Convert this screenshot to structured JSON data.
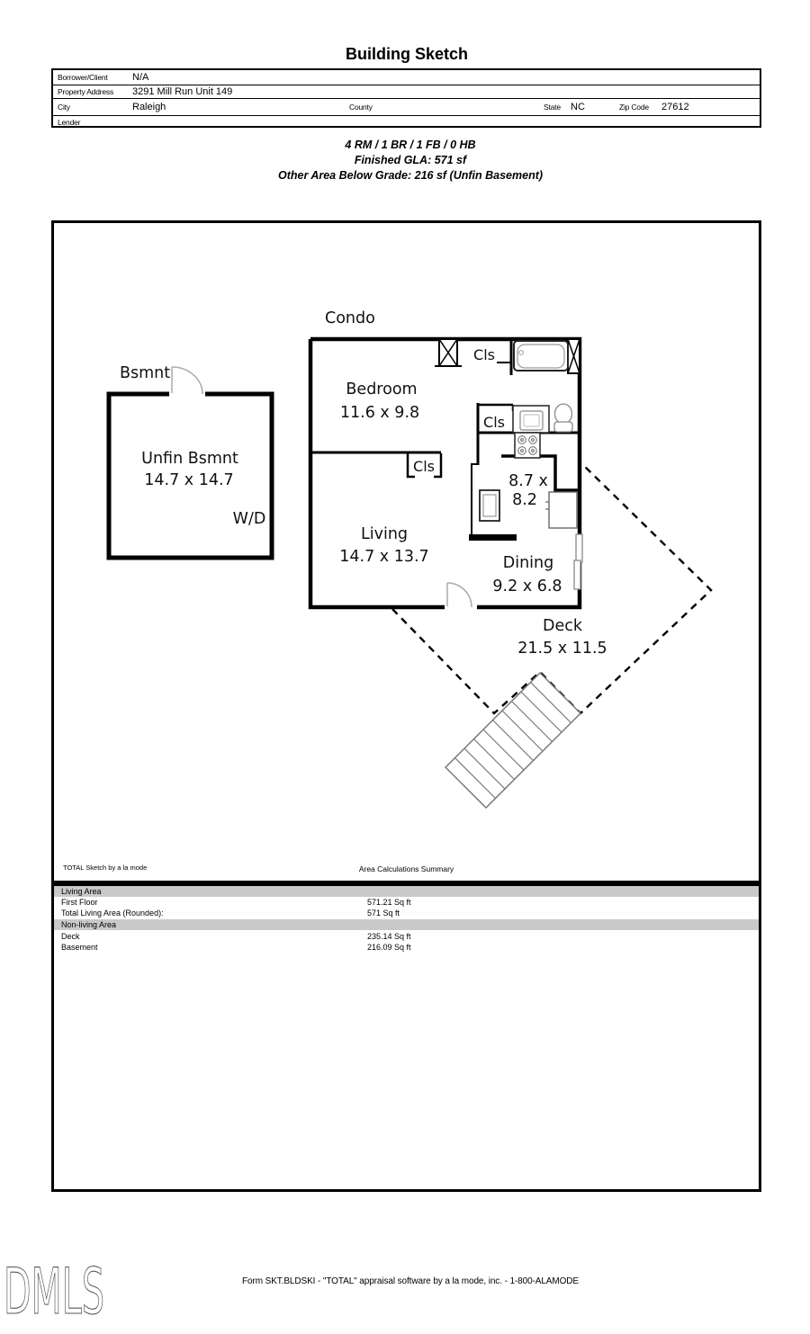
{
  "page": {
    "title": "Building Sketch"
  },
  "header_table": {
    "borrower": {
      "label": "Borrower/Client",
      "value": "N/A"
    },
    "property": {
      "label": "Property Address",
      "value": "3291 Mill Run Unit 149"
    },
    "city": {
      "label": "City",
      "value": "Raleigh"
    },
    "county": {
      "label": "County",
      "value": ""
    },
    "state": {
      "label": "State",
      "value": "NC"
    },
    "zip": {
      "label": "Zip Code",
      "value": "27612"
    },
    "lender": {
      "label": "Lender",
      "value": ""
    }
  },
  "property_summary": {
    "line1": "4 RM / 1 BR / 1 FB / 0 HB",
    "line2": "Finished GLA: 571 sf",
    "line3": "Other Area Below Grade: 216 sf (Unfin Basement)"
  },
  "floorplan": {
    "plan_title": "Condo",
    "basement_title": "Bsmnt",
    "closet_label": "Cls",
    "washer_dryer_label": "W/D",
    "rooms": {
      "unfin_bsmnt": {
        "name": "Unfin Bsmnt",
        "dims": "14.7 x 14.7"
      },
      "bedroom": {
        "name": "Bedroom",
        "dims": "11.6 x 9.8"
      },
      "living": {
        "name": "Living",
        "dims": "14.7 x 13.7"
      },
      "dining": {
        "name": "Dining",
        "dims": "9.2 x 6.8"
      },
      "kitchen": {
        "dims_line1": "8.7 x",
        "dims_line2": "8.2"
      },
      "deck": {
        "name": "Deck",
        "dims": "21.5 x 11.5"
      }
    }
  },
  "area_calculations": {
    "branding": "TOTAL Sketch by a la mode",
    "heading": "Area Calculations Summary",
    "rows": [
      {
        "type": "section",
        "label": "Living Area"
      },
      {
        "type": "item",
        "label": "First Floor",
        "value": "571.21 Sq ft"
      },
      {
        "type": "item",
        "label": "Total Living Area (Rounded):",
        "value": "571 Sq ft"
      },
      {
        "type": "section",
        "label": "Non-living Area"
      },
      {
        "type": "item",
        "label": "Deck",
        "value": "235.14 Sq ft"
      },
      {
        "type": "item",
        "label": "Basement",
        "value": "216.09 Sq ft"
      }
    ]
  },
  "footer": {
    "logo": "DMLS",
    "form_line": "Form SKT.BLDSKI - \"TOTAL\" appraisal software by a la mode, inc. - 1-800-ALAMODE"
  }
}
